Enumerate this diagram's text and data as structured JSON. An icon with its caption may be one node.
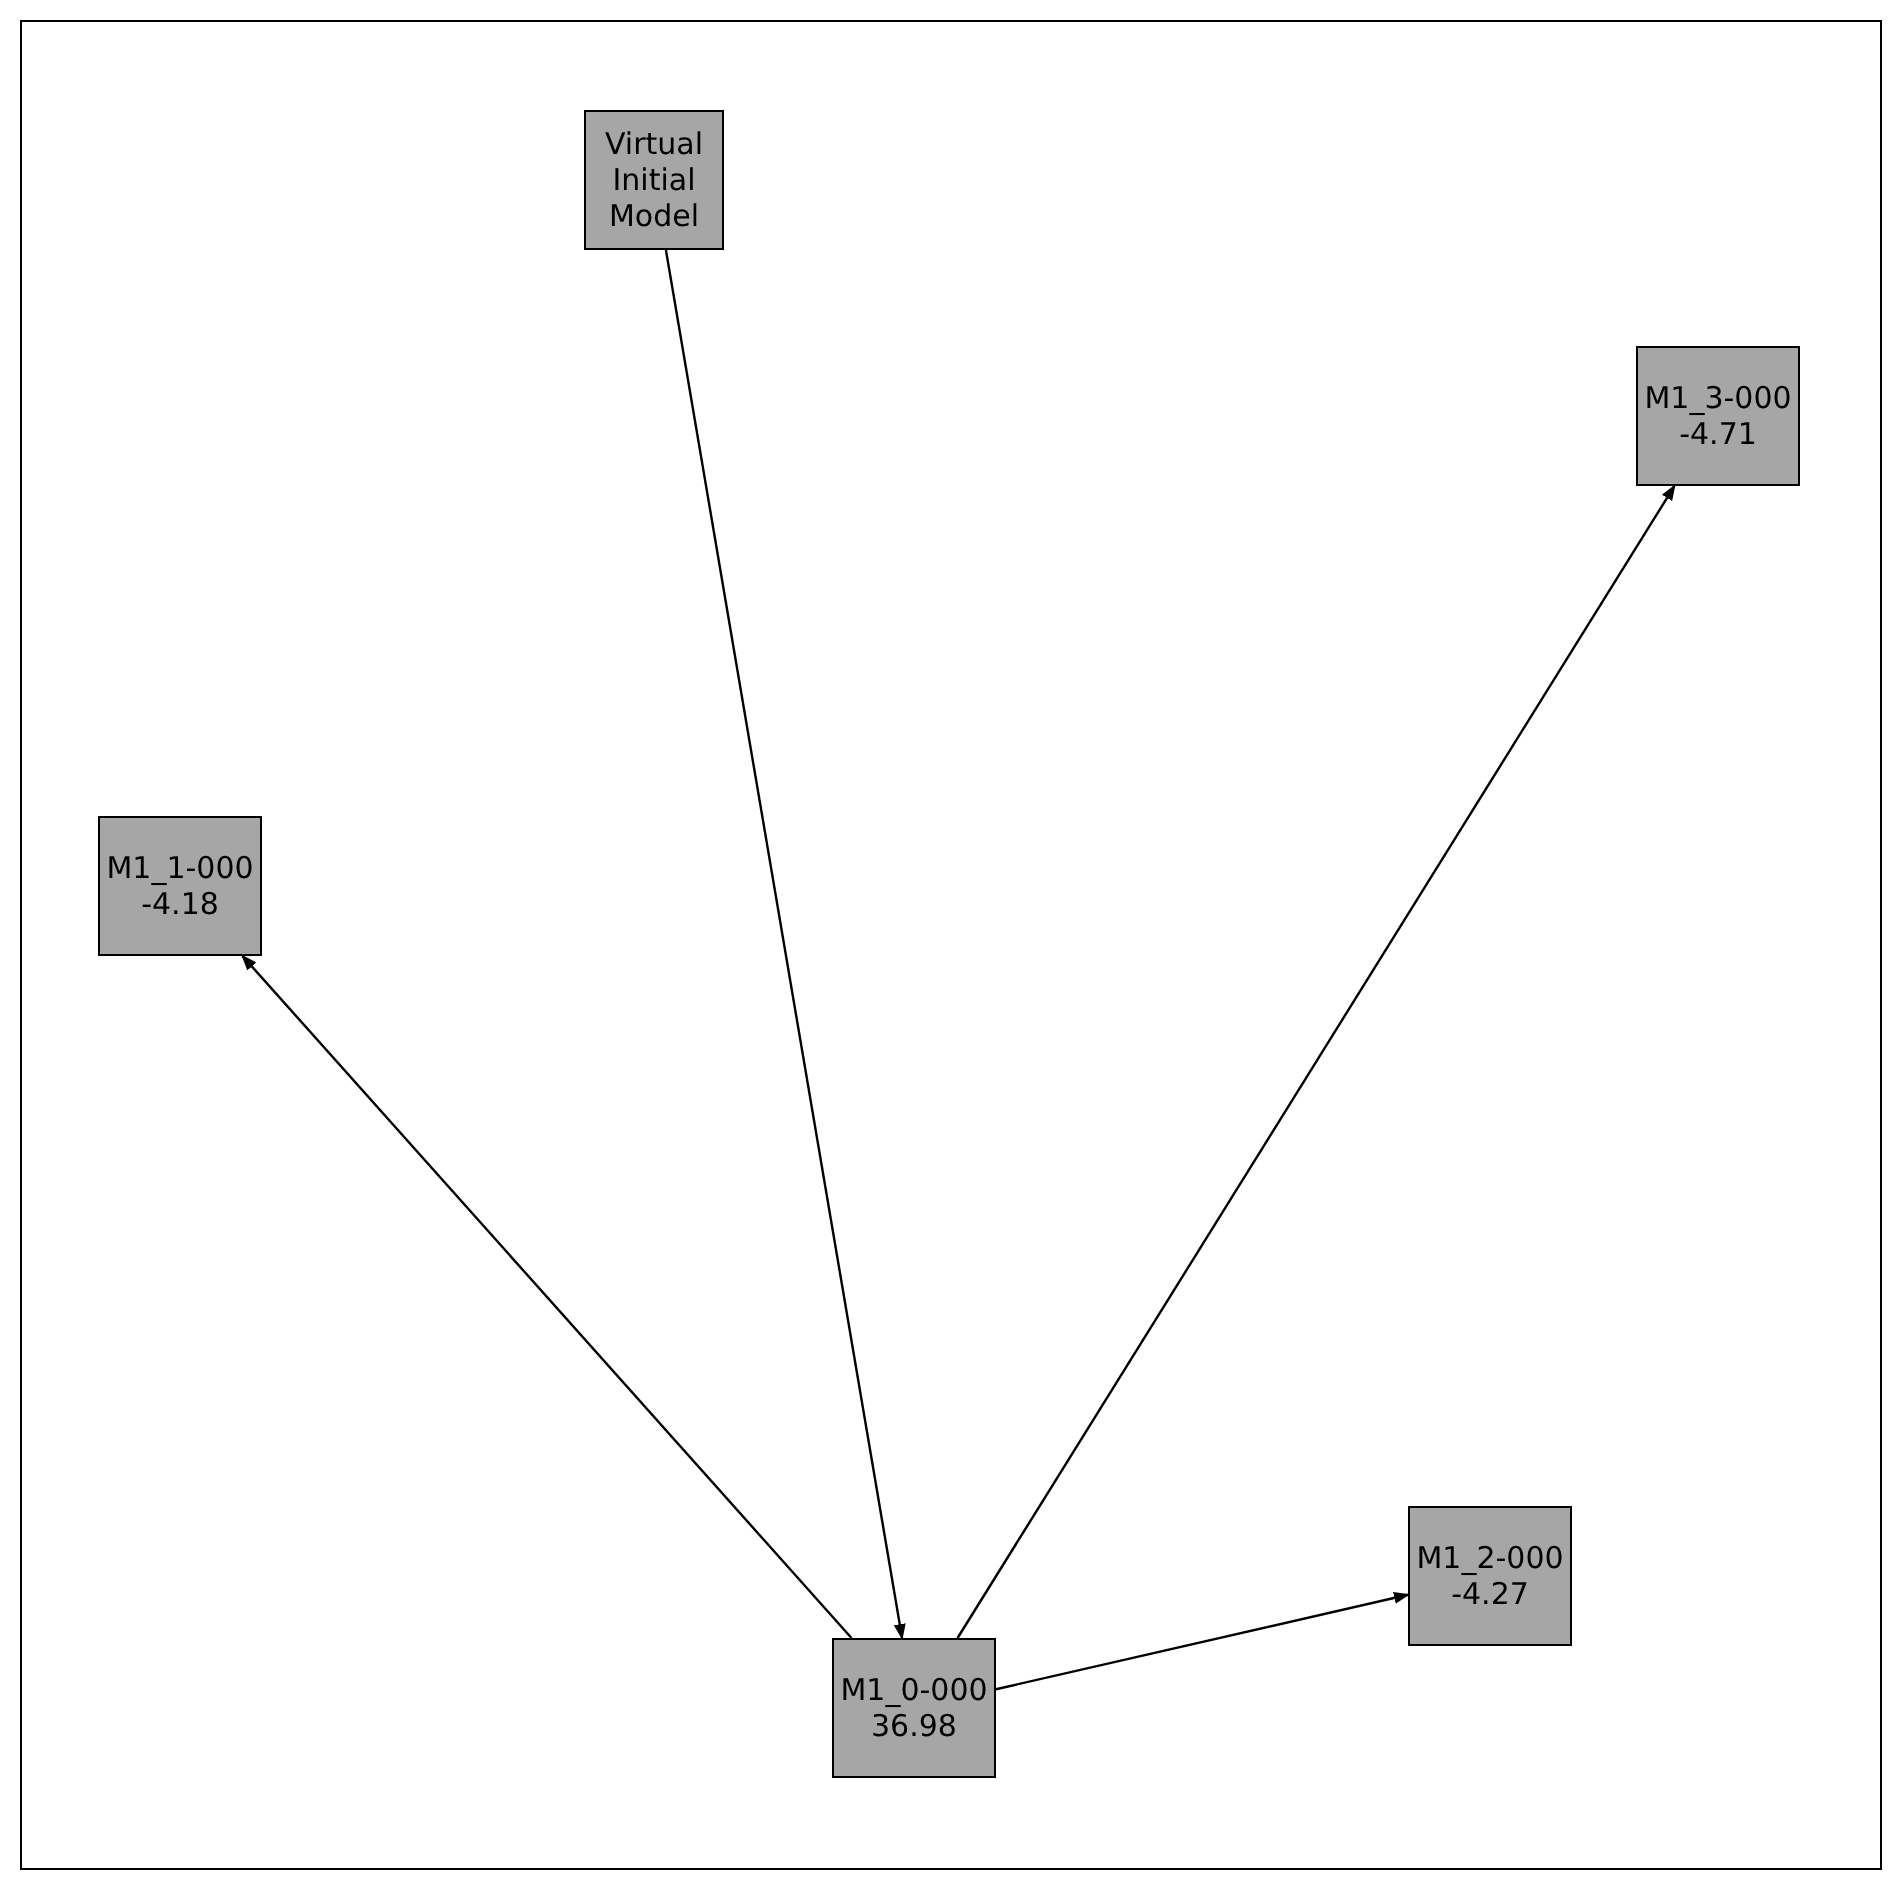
{
  "diagram": {
    "nodes": [
      {
        "text": [
          "Virtual Initial Model"
        ]
      },
      {
        "text": [
          "M1_3-000",
          "-4.71"
        ]
      },
      {
        "text": [
          "M1_1-000",
          "-4.18"
        ]
      },
      {
        "text": [
          "M1_2-000",
          "-4.27"
        ]
      },
      {
        "text": [
          "M1_0-000",
          "36.98"
        ]
      }
    ],
    "edges": [
      {
        "from": 0,
        "to": 4,
        "arrow": "to"
      },
      {
        "from": 4,
        "to": 1,
        "arrow": "to"
      },
      {
        "from": 4,
        "to": 2,
        "arrow": "to"
      },
      {
        "from": 4,
        "to": 3,
        "arrow": "to"
      }
    ]
  }
}
